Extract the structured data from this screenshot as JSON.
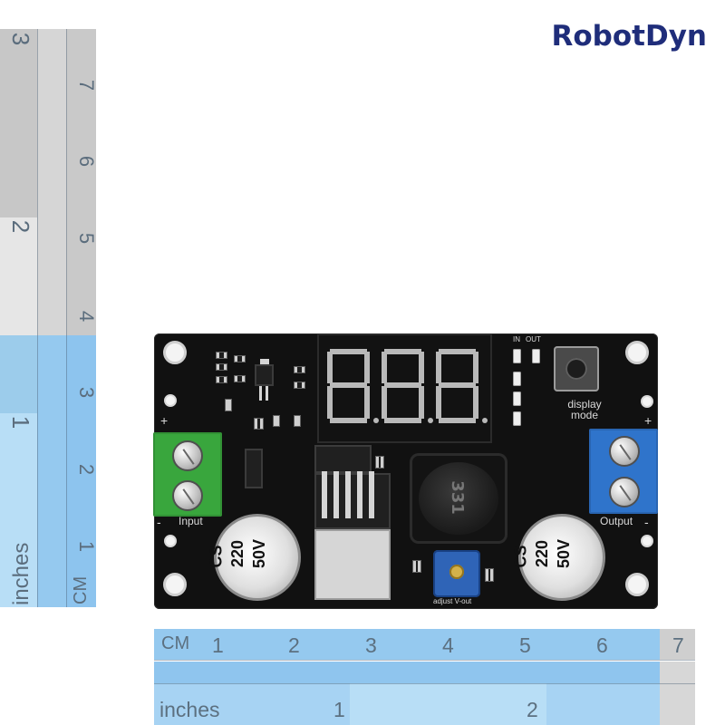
{
  "brand": {
    "name": "RobotDyn"
  },
  "ruler_left": {
    "inches_label": "inches",
    "cm_label": "CM",
    "inches_numbers": [
      "3",
      "2",
      "1"
    ],
    "cm_numbers": [
      "7",
      "6",
      "5",
      "4",
      "3",
      "2",
      "1"
    ]
  },
  "ruler_bottom": {
    "cm_label": "CM",
    "inches_label": "inches",
    "cm_numbers": [
      "1",
      "2",
      "3",
      "4",
      "5",
      "6",
      "7"
    ],
    "inches_numbers": [
      "1",
      "2"
    ]
  },
  "board": {
    "display_mode_label": "display\nmode",
    "input_label": "Input",
    "output_label": "Output",
    "plus_symbol": "+",
    "minus_symbol": "-",
    "in_label": "IN",
    "out_label": "OUT",
    "adjust_label": "adjust V-out",
    "display_value": "8.8.8",
    "capacitors": [
      {
        "line1": "CS",
        "line2": "220",
        "line3": "50V"
      },
      {
        "line1": "CS",
        "line2": "220",
        "line3": "50V"
      }
    ],
    "inductor_code": "331"
  },
  "colors": {
    "brand_blue": "#1f2d7a",
    "ruler_blue": "#95c9ef",
    "ruler_gray": "#d6d6d6",
    "pcb_black": "#111111",
    "terminal_green": "#39a63d",
    "terminal_blue": "#2f74cb",
    "seven_segment": "#b9b9b9"
  }
}
